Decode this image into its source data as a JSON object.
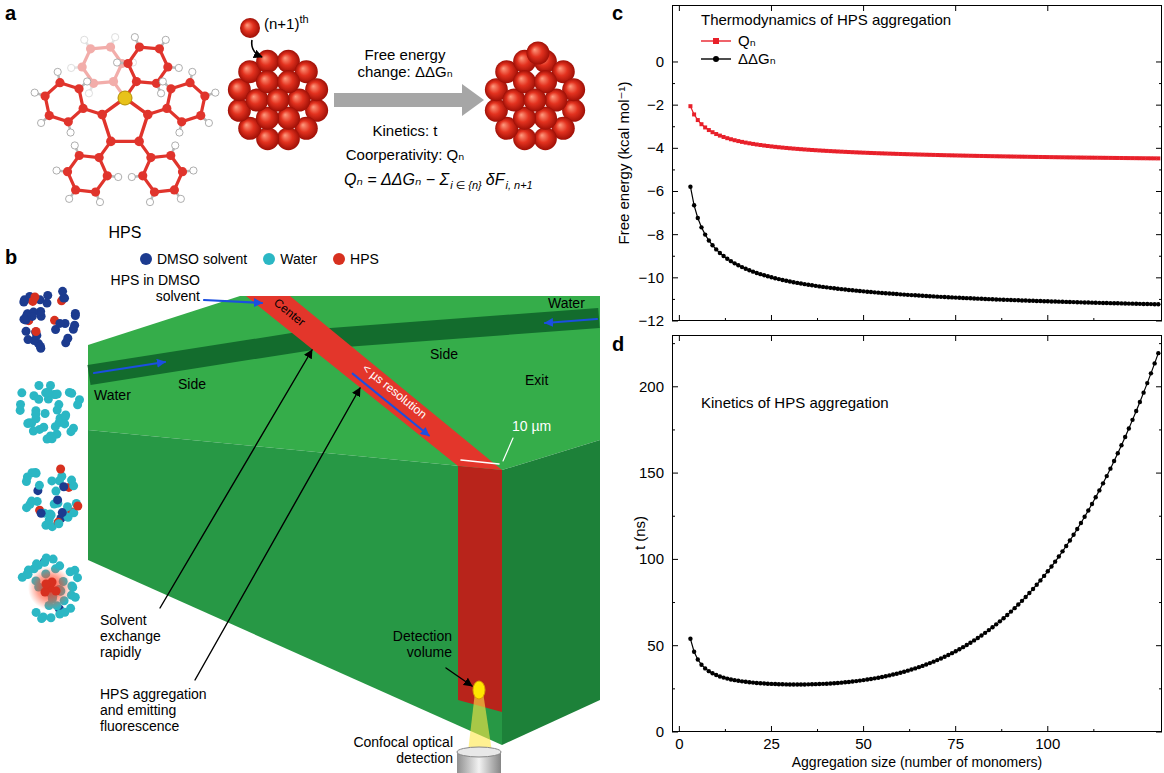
{
  "diagram": {
    "nodes": [
      {
        "text": [
          "Thermodynamics of HPS aggregation"
        ]
      },
      {
        "text": [
          "Kinetics of HPS aggregation"
        ]
      }
    ],
    "labels": [
      "a",
      "(n+1)",
      "th",
      "Free energy change: ΔΔGₙ",
      "Kinetics: t",
      "Coorperativity: Qₙ",
      "Qₙ = ΔΔGₙ − Σ",
      "i ∈ {n}",
      "δF",
      "i, n+1",
      "HPS",
      "b",
      "HPS in DMSO solvent",
      "Center",
      "Water",
      "Water",
      "Side",
      "Side",
      "< µs resolution",
      "Exit",
      "10 µm",
      "Solvent exchange rapidly",
      "HPS aggregation and emitting fluorescence",
      "Detection volume",
      "Confocal optical detection",
      "c",
      "Free energy (kcal mol⁻¹)",
      "0",
      "−2",
      "−4",
      "−6",
      "−8",
      "−10",
      "−12",
      "d",
      "t (ns)",
      "0",
      "50",
      "100",
      "150",
      "200",
      "0",
      "25",
      "50",
      "75",
      "100",
      "Aggregation size (number of monomers)"
    ],
    "legend": [
      {
        "text": "DMSO solvent",
        "color": "#1c3b8f"
      },
      {
        "text": "Water",
        "color": "#2bb7c4"
      },
      {
        "text": "HPS",
        "color": "#d7301f"
      },
      {
        "text": "Qₙ"
      },
      {
        "text": "ΔΔGₙ"
      }
    ]
  }
}
